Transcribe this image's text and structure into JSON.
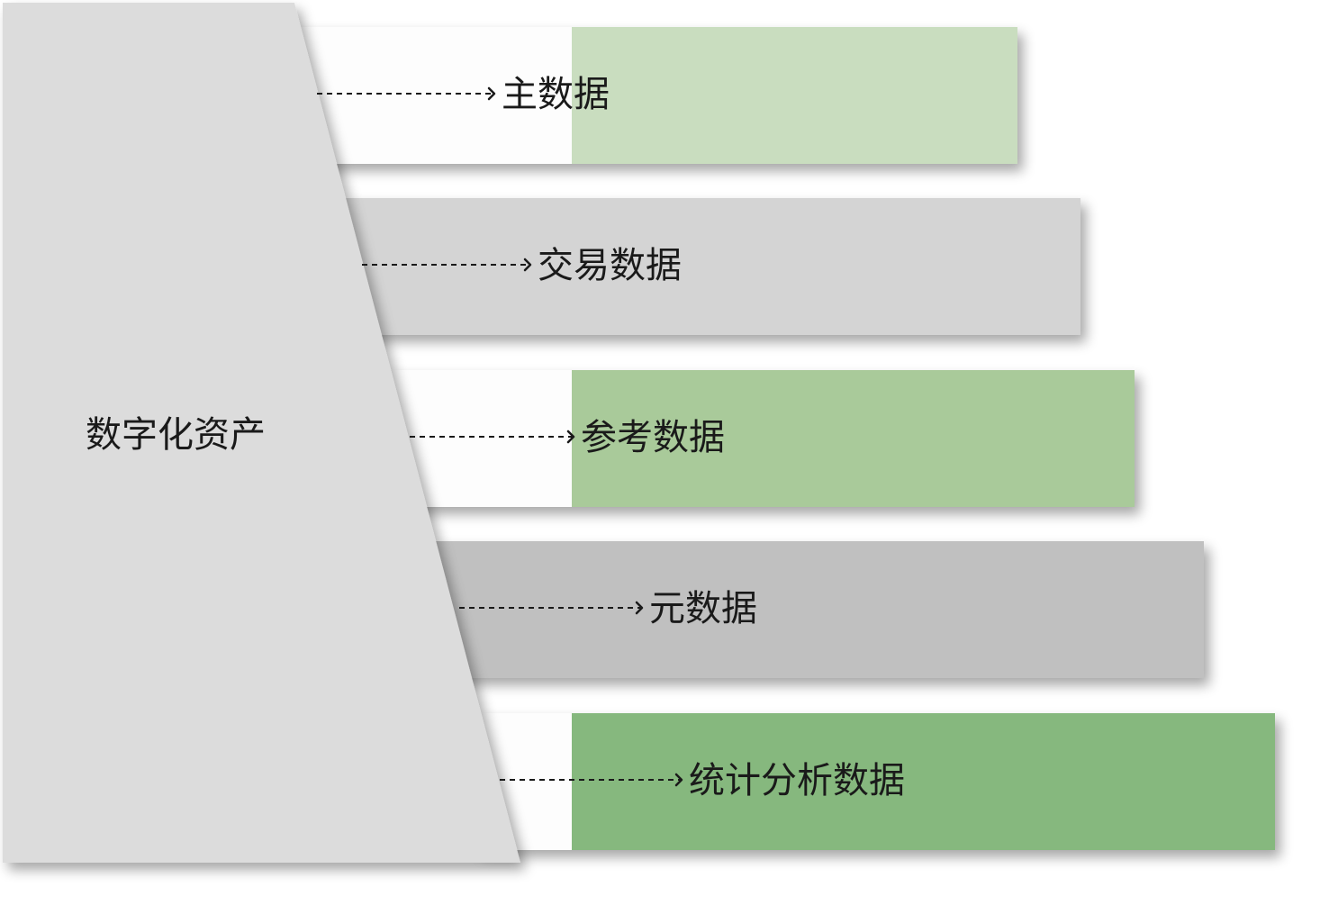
{
  "main": {
    "label": "数字化资产",
    "color": "#dcdcdc"
  },
  "categories": [
    {
      "label": "主数据",
      "color": "#c9ddbf",
      "style": "white-left"
    },
    {
      "label": "交易数据",
      "color": "#d4d4d4",
      "style": "full"
    },
    {
      "label": "参考数据",
      "color": "#a9ca9a",
      "style": "white-left"
    },
    {
      "label": "元数据",
      "color": "#c0c0c0",
      "style": "full"
    },
    {
      "label": "统计分析数据",
      "color": "#86b87e",
      "style": "white-left"
    }
  ],
  "colors": {
    "white_segment": "#fdfdfd",
    "text": "#1a1a1a"
  }
}
